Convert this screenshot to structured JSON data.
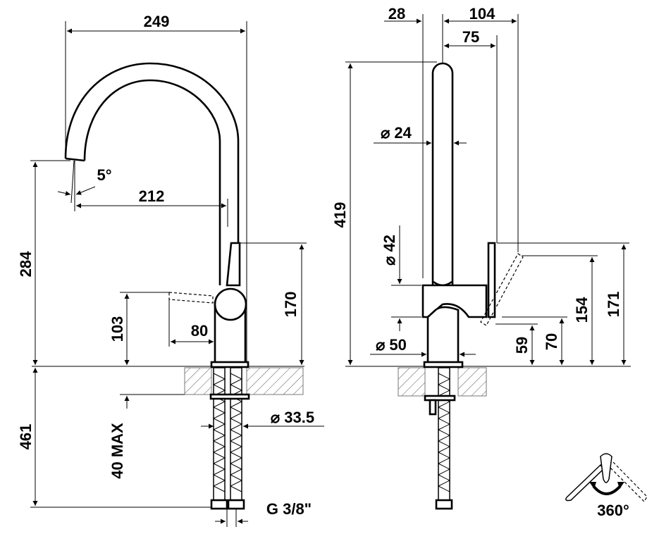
{
  "drawing": {
    "front_view": {
      "overall_width": "249",
      "spout_reach": "212",
      "spout_angle": "5°",
      "spout_height": "284",
      "lever_height": "170",
      "body_height": "103",
      "lever_reach": "80",
      "below_counter": "461",
      "counter_thickness": "40 MAX",
      "hole_diameter": "⌀ 33.5",
      "connection": "G 3/8\""
    },
    "side_view": {
      "offset": "28",
      "depth": "104",
      "lever_depth": "75",
      "total_height": "419",
      "tube_diameter": "⌀ 24",
      "body_diameter": "⌀ 42",
      "base_diameter": "⌀ 50",
      "dim_59": "59",
      "dim_70": "70",
      "dim_154": "154",
      "dim_171": "171"
    },
    "rotation": "360°"
  }
}
